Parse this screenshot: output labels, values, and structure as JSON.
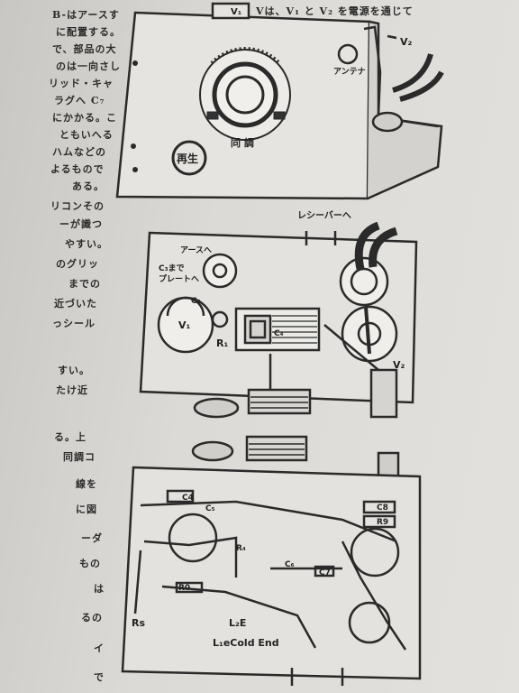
{
  "page": {
    "top_line": "る。Vは、V₁ と V₂ を電源を通じて",
    "left_column_lines": [
      "B-はアースす",
      "に配置する。",
      "で、部品の大",
      "のは一向さし",
      "リッド・キャ",
      "ラグへ C₇",
      "にかかる。こ",
      "ともいへる",
      "ハムなどの",
      "よるもので",
      "ある。",
      "リコンその",
      "ーが識つ",
      "やすい。",
      "のグリッ",
      "までの",
      "近づいた",
      "っシール",
      "すい。",
      "たけ近",
      "る。上",
      "同調コ",
      "線を",
      "に図",
      "ーダ",
      "もの",
      "は",
      "るの",
      "イ",
      "で"
    ]
  },
  "figure_top": {
    "labels": {
      "v1": "V₁",
      "v2": "V₂",
      "antenna": "アンテナ",
      "tuning": "同 調",
      "regen": "再生"
    }
  },
  "figure_middle": {
    "labels": {
      "receiver": "レシーバーへ",
      "earth": "アースへ",
      "c3": "C₃まで",
      "plate": "プレートへ",
      "c2": "C₂",
      "v1": "V₁",
      "r1": "R₁",
      "c4": "C₄",
      "v2": "V₂"
    }
  },
  "figure_bottom": {
    "labels": {
      "c4": "C4",
      "c5": "C₅",
      "r4": "R₄",
      "c6": "C₆",
      "c8": "C8",
      "r9": "R9",
      "c7": "C7",
      "r0": "R0",
      "rs": "Rs",
      "l2e": "L₂E",
      "l1cold": "L₁eCold End"
    }
  }
}
